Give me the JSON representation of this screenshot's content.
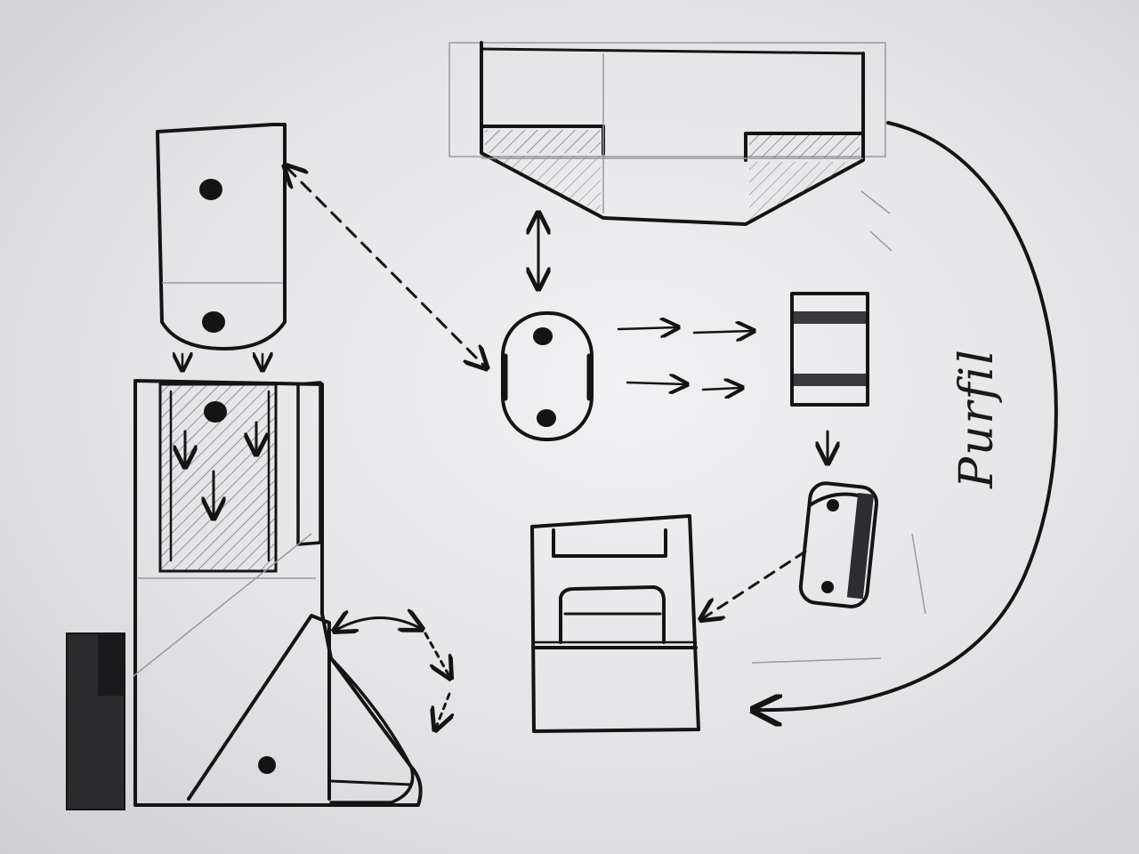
{
  "diagram": {
    "annotation_label": "Purfil",
    "ink_color": "#141414",
    "pencil_color": "#9a9a9e",
    "paper_color": "#e8e8ea",
    "parts": [
      "top-mold-cross-section",
      "rounded-punch-plate",
      "vertical-press-assembly",
      "oval-disc-part",
      "flat-strip-part",
      "pill-shaped-block",
      "cutting-die-block"
    ]
  }
}
